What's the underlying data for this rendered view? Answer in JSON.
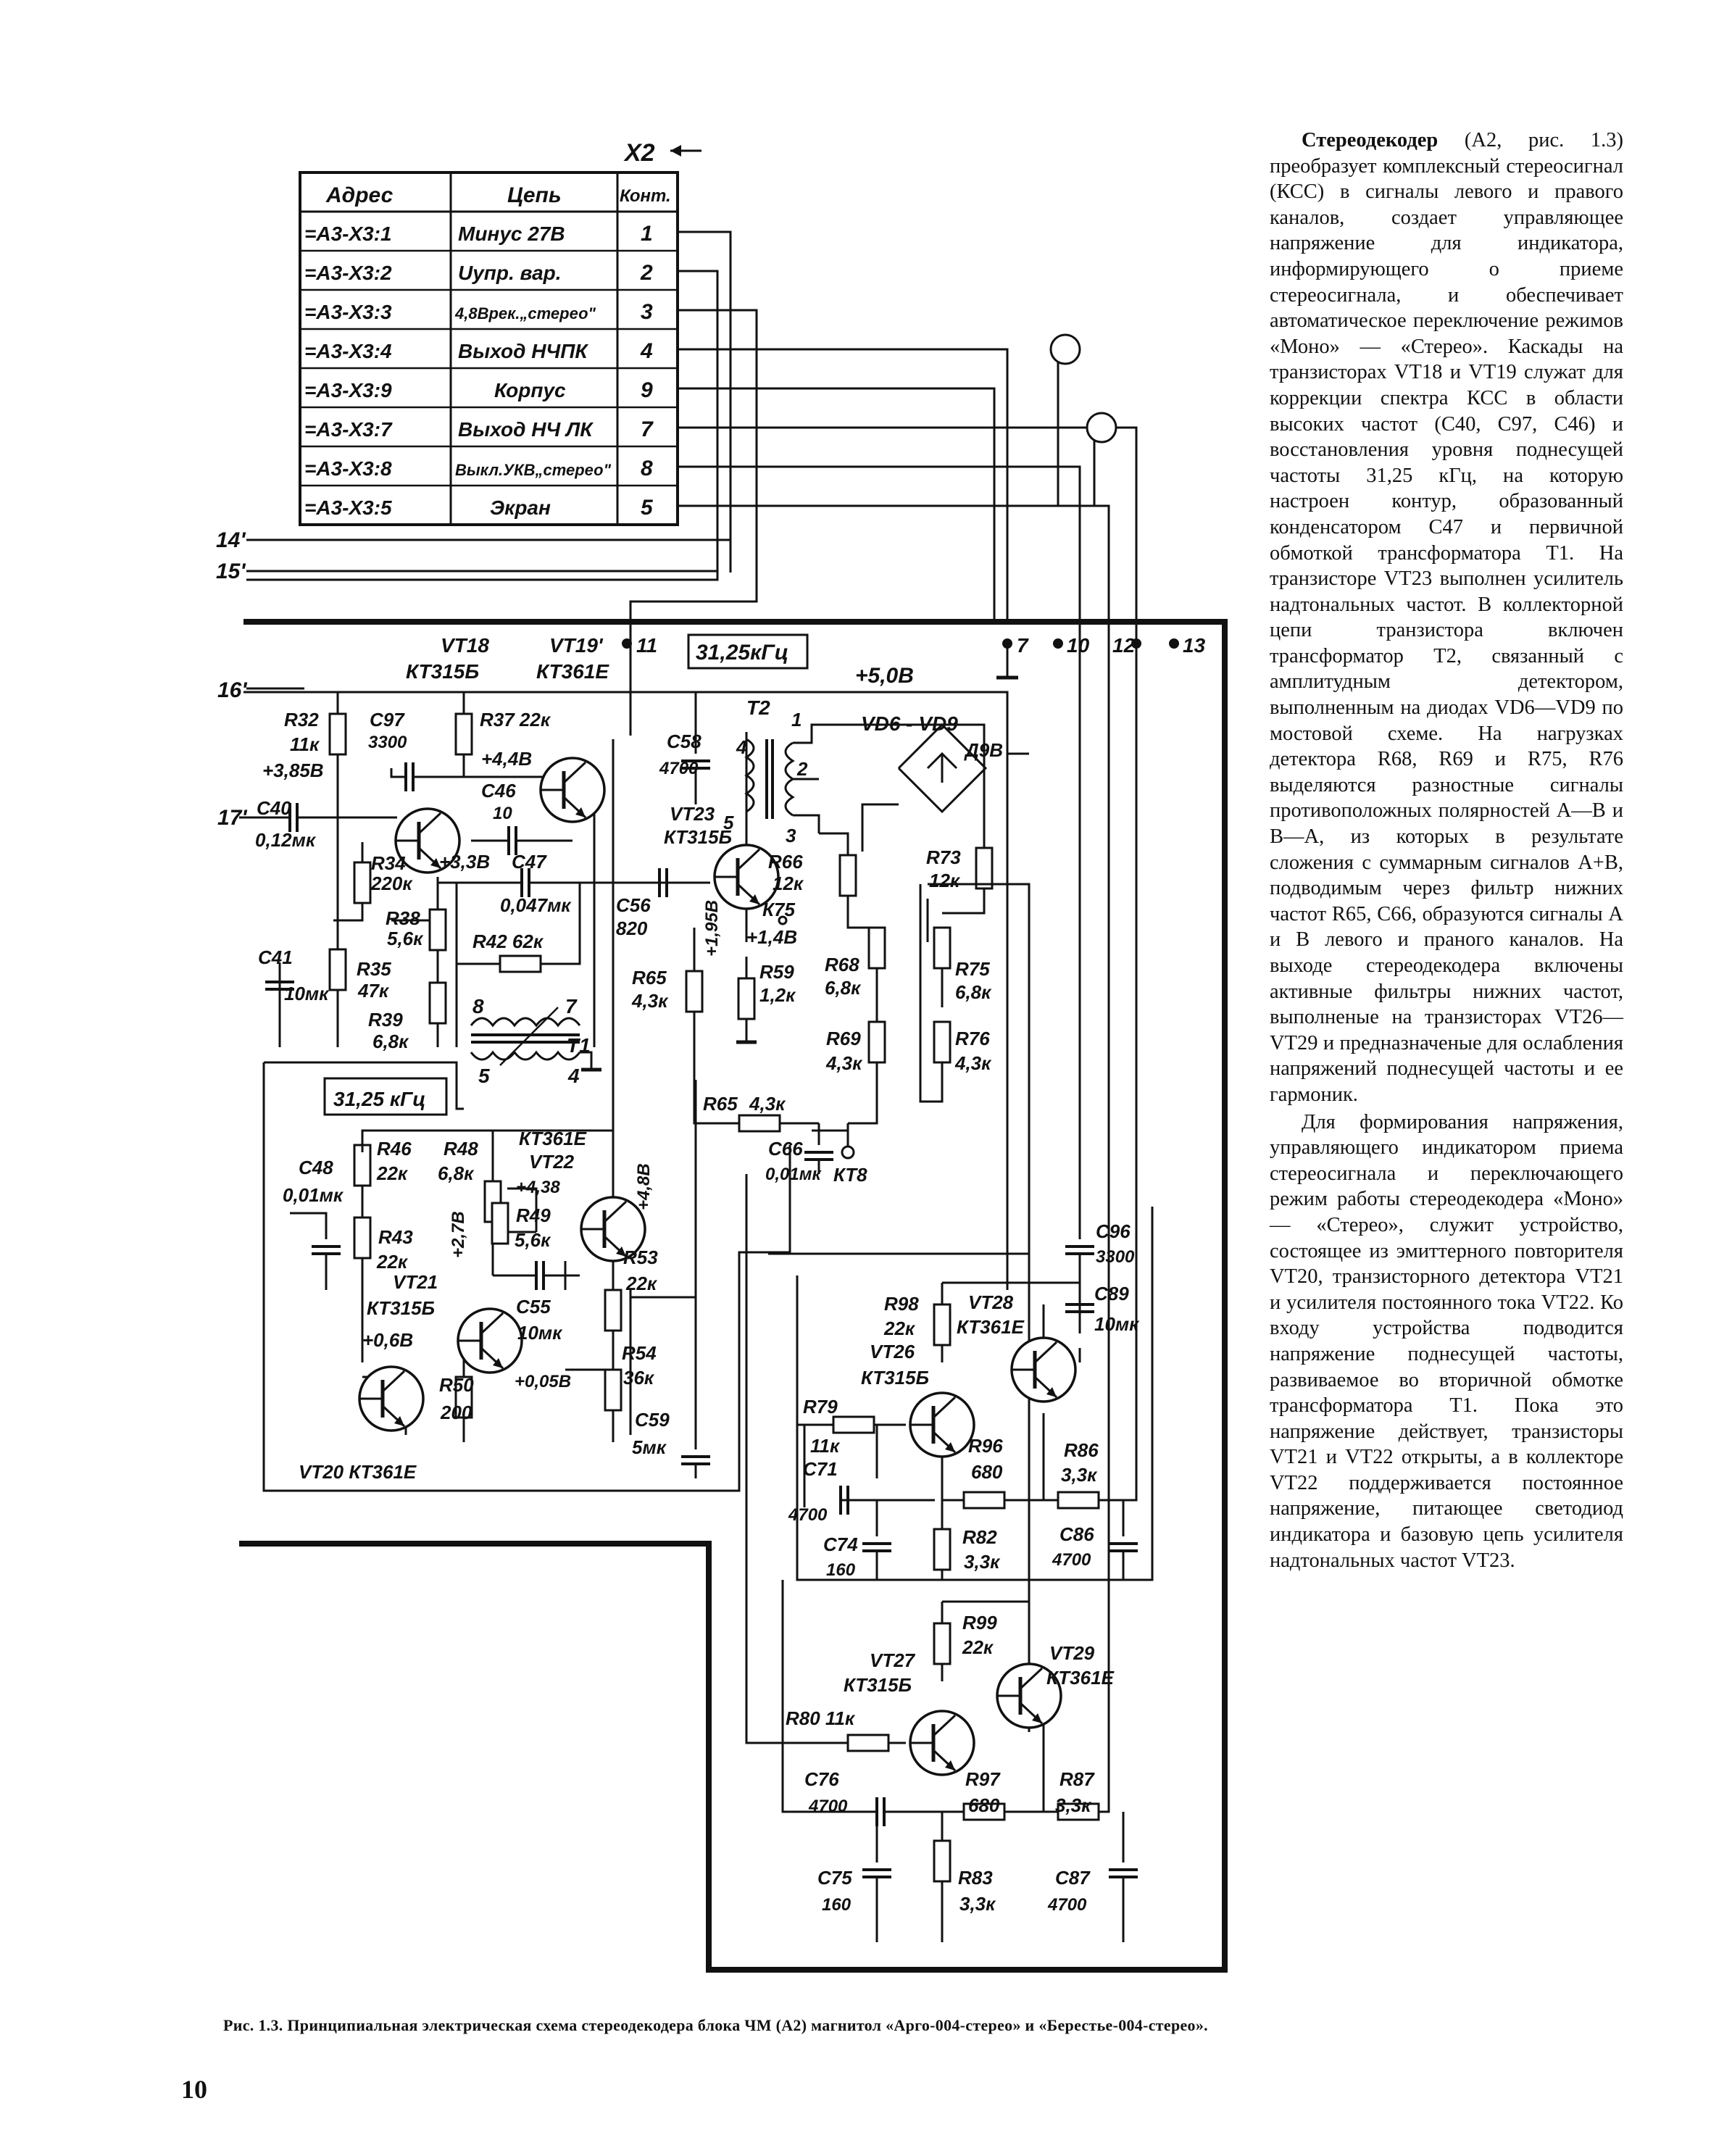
{
  "table": {
    "connector": "X2",
    "headers": [
      "Адрес",
      "Цепь",
      "Конт."
    ],
    "rows": [
      [
        "=А3-Х3:1",
        "Минус 27В",
        "1"
      ],
      [
        "=А3-Х3:2",
        "Uупр. вар.",
        "2"
      ],
      [
        "=А3-Х3:3",
        "4,8Врек.„стерео\"",
        "3"
      ],
      [
        "=А3-Х3:4",
        "Выход НЧПК",
        "4"
      ],
      [
        "=А3-Х3:9",
        "Корпус",
        "9"
      ],
      [
        "=А3-Х3:7",
        "Выход НЧ ЛК",
        "7"
      ],
      [
        "=А3-Х3:8",
        "Выкл.УКВ„стерео\"",
        "8"
      ],
      [
        "=А3-Х3:5",
        "Экран",
        "5"
      ]
    ]
  },
  "schematic_labels": {
    "inputs": [
      "14'",
      "15'",
      "16'",
      "17'"
    ],
    "pins": [
      "11",
      "7",
      "10",
      "12",
      "13"
    ],
    "freq1": "31,25кГц",
    "freq2": "31,25 кГц",
    "supply": "+5,0В",
    "vt18": "VT18",
    "vt18_type": "КТ315Б",
    "vt19": "VT19'",
    "vt19_type": "КТ361Е",
    "r32": "R32",
    "r32_v": "11к",
    "v385": "+3,85В",
    "c97": "С97",
    "c97_v": "3300",
    "r37": "R37 22к",
    "v44": "+4,4В",
    "c46": "С46",
    "c46_v": "10",
    "c40": "С40",
    "c40_v": "0,12мк",
    "r34": "R34",
    "r34_v": "220к",
    "v33": "+3,3В",
    "c47": "С47",
    "c47_v": "0,047мк",
    "r38": "R38",
    "r38_v": "5,6к",
    "r42": "R42 62к",
    "r35": "R35",
    "r35_v": "47к",
    "c41": "С41",
    "c41_v": "10мк",
    "r39": "R39",
    "r39_v": "6,8к",
    "t1": "Т1",
    "t1_pins": [
      "8",
      "7",
      "5",
      "4"
    ],
    "c58": "С58",
    "c58_v": "4700",
    "t2": "Т2",
    "t2_pins": [
      "4",
      "1",
      "2",
      "5",
      "3"
    ],
    "vd": "VD6 - VD9",
    "vd_type": "Д9В",
    "vt23": "VT23",
    "vt23_type": "КТ315Б",
    "c56": "С56",
    "c56_v": "820",
    "r66": "R66",
    "r66_v": "12к",
    "k75": "К75",
    "v14": "+1,4В",
    "r59": "R59",
    "r59_v": "1,2к",
    "r65a": "R65",
    "r65a_v": "4,3к",
    "v195": "+1,95В",
    "r73": "R73",
    "r73_v": "12к",
    "r68": "R68",
    "r68_v": "6,8к",
    "r75": "R75",
    "r75_v": "6,8к",
    "r69": "R69",
    "r69_v": "4,3к",
    "r76": "R76",
    "r76_v": "4,3к",
    "r65": "R65",
    "r65_v": "4,3к",
    "c66": "С66",
    "c66_v": "0,01мк",
    "kt8": "КТ8",
    "c48": "С48",
    "c48_v": "0,01мк",
    "r46": "R46",
    "r46_v": "22к",
    "r48": "R48",
    "r48_v": "6,8к",
    "vt22": "VT22",
    "vt22_type": "КТ361Е",
    "v438": "+4,38",
    "v27": "+2,7В",
    "v48": "+4,8В",
    "r49": "R49",
    "r49_v": "5,6к",
    "r43": "R43",
    "r43_v": "22к",
    "vt21": "VT21",
    "vt21_type": "КТ315Б",
    "c55": "С55",
    "c55_v": "10мк",
    "v068": "+0,6В",
    "v005": "+0,05В",
    "r53": "R53",
    "r53_v": "22к",
    "r50": "R50",
    "r50_v": "200",
    "r54": "R54",
    "r54_v": "36к",
    "c59": "С59",
    "c59_v": "5мк",
    "vt20": "VT20 КТ361Е",
    "c96": "С96",
    "c96_v": "3300",
    "c89": "С89",
    "c89_v": "10мк",
    "r98": "R98",
    "r98_v": "22к",
    "vt28": "VT28",
    "vt28_type": "КТ361Е",
    "vt26": "VT26",
    "vt26_type": "КТ315Б",
    "r79": "R79",
    "r79_v": "11к",
    "c71": "С71",
    "c71_v": "4700",
    "r96": "R96",
    "r96_v": "680",
    "r86": "R86",
    "r86_v": "3,3к",
    "c74": "С74",
    "c74_v": "160",
    "r82": "R82",
    "r82_v": "3,3к",
    "c86": "С86",
    "c86_v": "4700",
    "r99": "R99",
    "r99_v": "22к",
    "vt29": "VT29",
    "vt29_type": "КТ361Е",
    "vt27": "VT27",
    "vt27_type": "КТ315Б",
    "r80": "R80 11к",
    "c76": "С76",
    "c76_v": "4700",
    "r97": "R97",
    "r97_v": "680",
    "r87": "R87",
    "r87_v": "3,3к",
    "c75": "С75",
    "c75_v": "160",
    "r83": "R83",
    "r83_v": "3,3к",
    "c87": "С87",
    "c87_v": "4700"
  },
  "text": {
    "p1_title": "Стереодекодер",
    "p1_body": " (А2, рис. 1.3) преобразует комплексный стереосигнал (КСС) в сигналы левого и правого каналов, создает управляющее напряжение для индикатора, информирующего о приеме стереосигнала, и обеспечивает автоматическое переключение режимов «Моно» — «Стерео». Каскады на транзисторах VT18 и VT19 служат для коррекции спектра КСС в области высоких частот (С40, С97, С46) и восстановления уровня поднесущей частоты 31,25 кГц, на которую настроен контур, образованный конденсатором С47 и первичной обмоткой трансформатора Т1. На транзисторе VT23 выполнен усилитель надтональных частот. В коллекторной цепи транзистора включен трансформатор Т2, связанный с амплитудным детектором, выполненным на диодах VD6—VD9 по мостовой схеме. На нагрузках детектора R68, R69 и R75, R76 выделяются разностные сигналы противоположных полярностей А—В и В—А, из которых в результате сложения с суммарным сигналов А+В, подводимым через фильтр нижних частот R65, С66, образуются сигналы А и В левого и праного каналов. На выходе стереодекодера включены активные фильтры нижних частот, выполненые на транзисторах VT26—VT29 и предназначеные для ослабления напряжений поднесущей частоты и ее гармоник.",
    "p2_body": "Для формирования напряжения, управляющего индикатором приема стереосигнала и переключающего режим работы стереодекодера «Моно» — «Стерео», служит устройство, состоящее из эмиттерного повторителя VT20, транзисторного детектора VT21 и усилителя постоянного тока VT22. Ко входу устройства подводится напряжение поднесущей частоты, развиваемое во вторичной обмотке трансформатора Т1. Пока это напряжение действует, транзисторы VT21 и VT22 открыты, а в коллекторе VT22 поддерживается постоянное напряжение, питающее светодиод индикатора и базовую цепь усилителя надтональных частот VT23.",
    "caption": "Рис. 1.3. Принципиальная электрическая схема стереодекодера блока ЧМ (А2) магнитол «Арго-004-стерео» и «Берестье-004-стерео».",
    "page_number": "10"
  }
}
